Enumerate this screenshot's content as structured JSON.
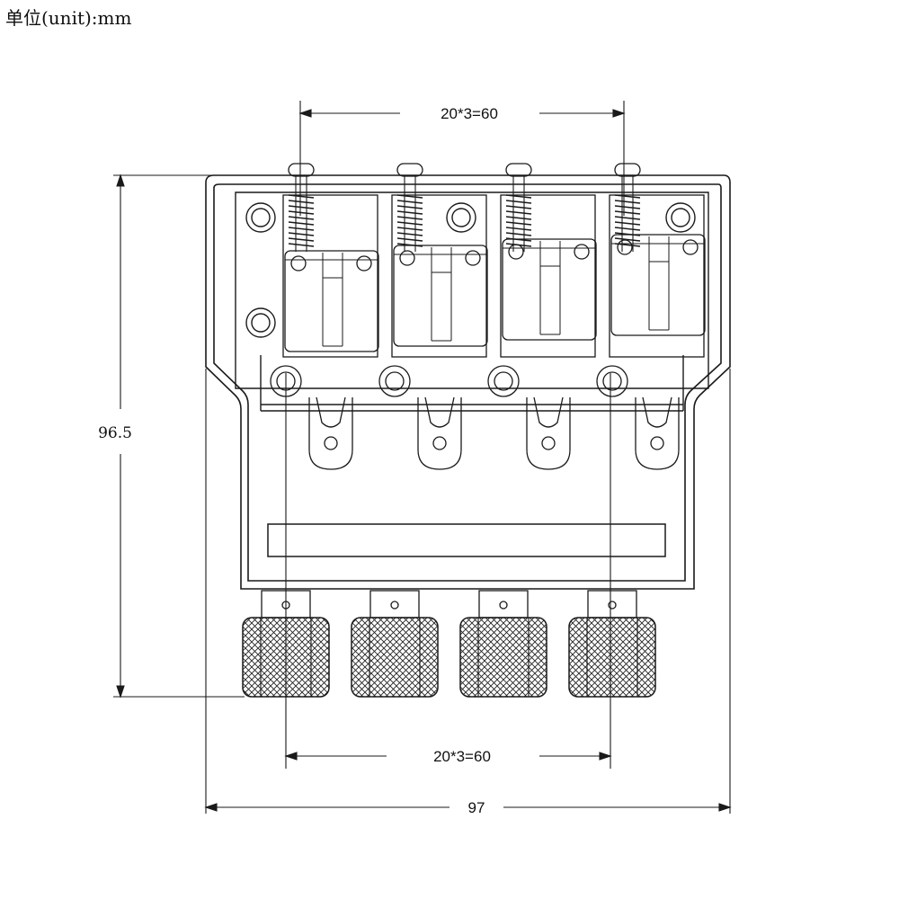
{
  "unit_label": "单位(unit):mm",
  "dimensions": {
    "top_spacing": "20*3=60",
    "bottom_spacing": "20*3=60",
    "height": "96.5",
    "width": "97"
  },
  "saddle_count": 4,
  "colors": {
    "line": "#1a1a1a",
    "background": "#ffffff"
  }
}
